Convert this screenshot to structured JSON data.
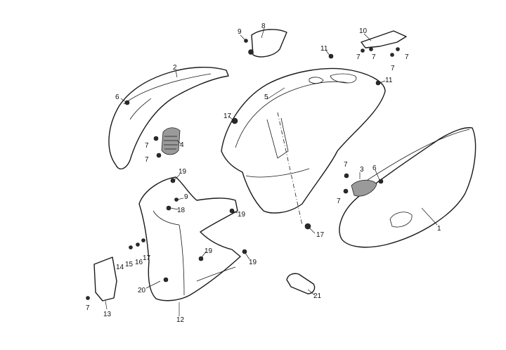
{
  "callouts": {
    "c1": "1",
    "c2": "2",
    "c3": "3",
    "c4": "4",
    "c5": "5",
    "c6a": "6",
    "c6b": "6",
    "c7a": "7",
    "c7b": "7",
    "c7c": "7",
    "c7d": "7",
    "c7e": "7",
    "c7f": "7",
    "c7g": "7",
    "c7h": "7",
    "c7i": "7",
    "c8": "8",
    "c9a": "9",
    "c9b": "9",
    "c10": "10",
    "c11a": "11",
    "c11b": "11",
    "c12": "12",
    "c13": "13",
    "c14": "14",
    "c15": "15",
    "c16": "16",
    "c17a": "17",
    "c17b": "17",
    "c17c": "17",
    "c18": "18",
    "c19a": "19",
    "c19b": "19",
    "c19c": "19",
    "c19d": "19",
    "c20": "20",
    "c21": "21"
  }
}
